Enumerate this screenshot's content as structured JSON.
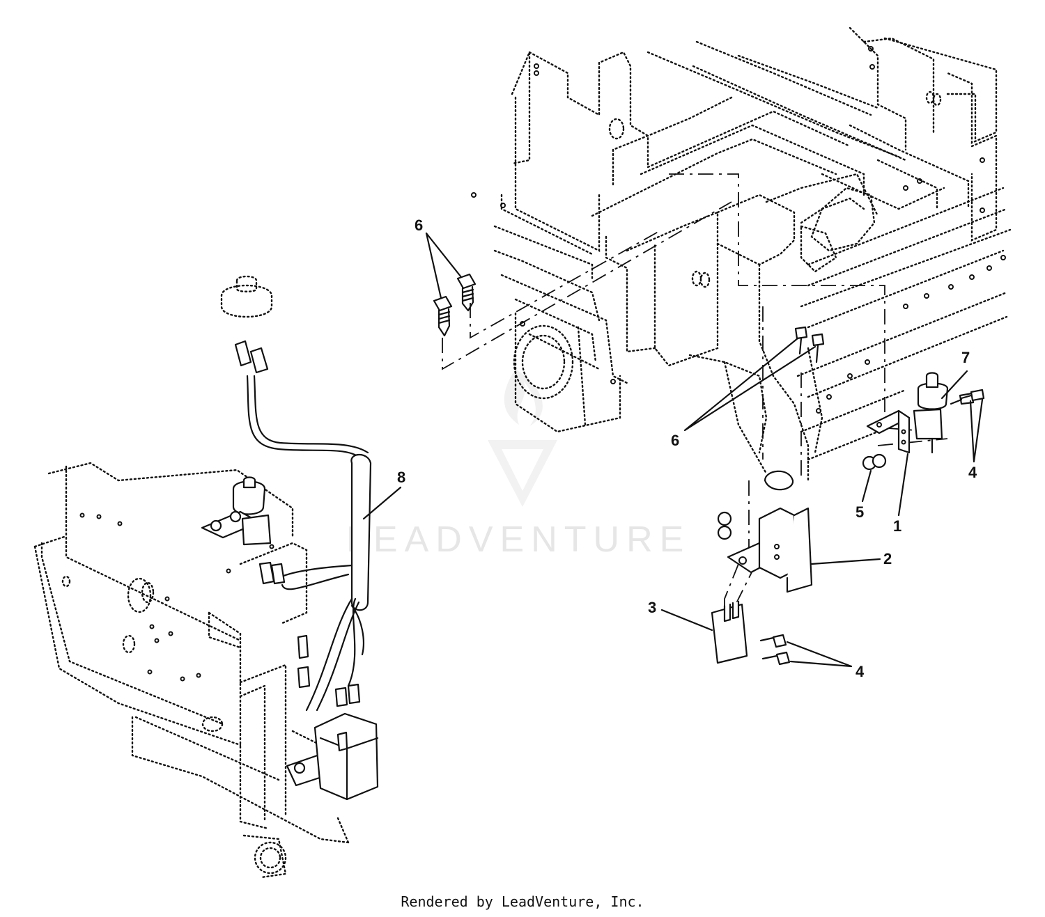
{
  "callouts": [
    "6",
    "6",
    "8",
    "7",
    "4",
    "5",
    "1",
    "2",
    "3",
    "4"
  ],
  "watermark": {
    "brand": "LEADVENTURE"
  },
  "footer": {
    "credit": "Rendered by LeadVenture, Inc."
  }
}
